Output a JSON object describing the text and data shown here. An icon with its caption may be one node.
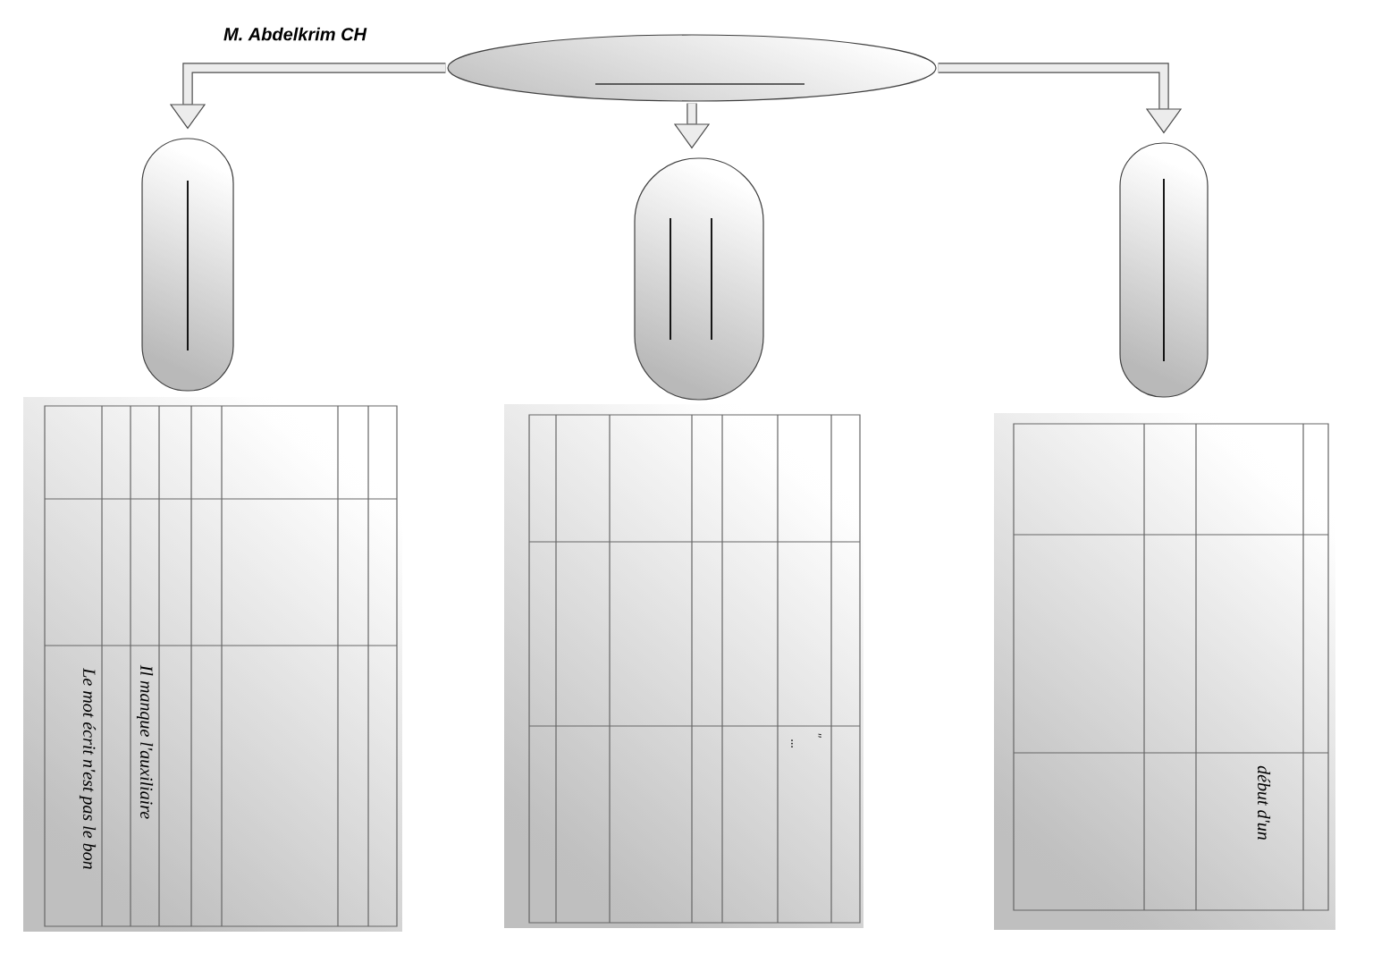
{
  "diagram": {
    "nodes": [
      {
        "text": [],
        "shape": "ellipse"
      },
      {
        "text": [],
        "shape": "capsule"
      },
      {
        "text": [],
        "shape": "capsule"
      },
      {
        "text": [],
        "shape": "capsule"
      },
      {
        "text": [
          "Il manque l'auxiliaire",
          "Le mot écrit n'est pas le bon"
        ]
      },
      {
        "text": [
          "\"",
          "..."
        ]
      },
      {
        "text": [
          "début d'un"
        ]
      }
    ],
    "edges": [
      {
        "from": 0,
        "to": 1,
        "arrow": "to"
      },
      {
        "from": 0,
        "to": 2,
        "arrow": "to"
      },
      {
        "from": 0,
        "to": 3,
        "arrow": "to"
      }
    ],
    "labels": [
      "M. Abdelkrim CH"
    ]
  }
}
